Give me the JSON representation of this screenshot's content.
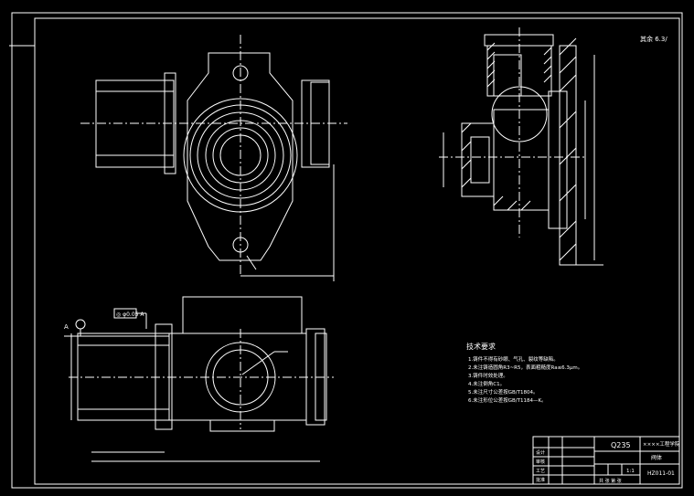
{
  "drawing": {
    "corner_note": "其余 6.3/",
    "tech_req_title": "技术要求",
    "tech_req_lines": [
      "1.铸件不得有砂眼、气孔、裂纹等缺陷。",
      "2.未注铸造圆角R3~R5，表面粗糙度Ra≤6.3μm。",
      "3.铸件时效处理。",
      "4.未注倒角C1。",
      "5.未注尺寸公差按GB/T1804。",
      "6.未注形位公差按GB/T1184—K。"
    ],
    "datum_label": "A",
    "tolerance_frame": "◎ φ0.05 A",
    "material": "Q235",
    "school": "××××工程学院",
    "drawing_name": "阀体",
    "drawing_no": "HZ011-01",
    "scale": "1:1",
    "row_labels": [
      "设计",
      "审核",
      "工艺",
      "批准"
    ],
    "bottom_caption": "共 张 第 张"
  }
}
